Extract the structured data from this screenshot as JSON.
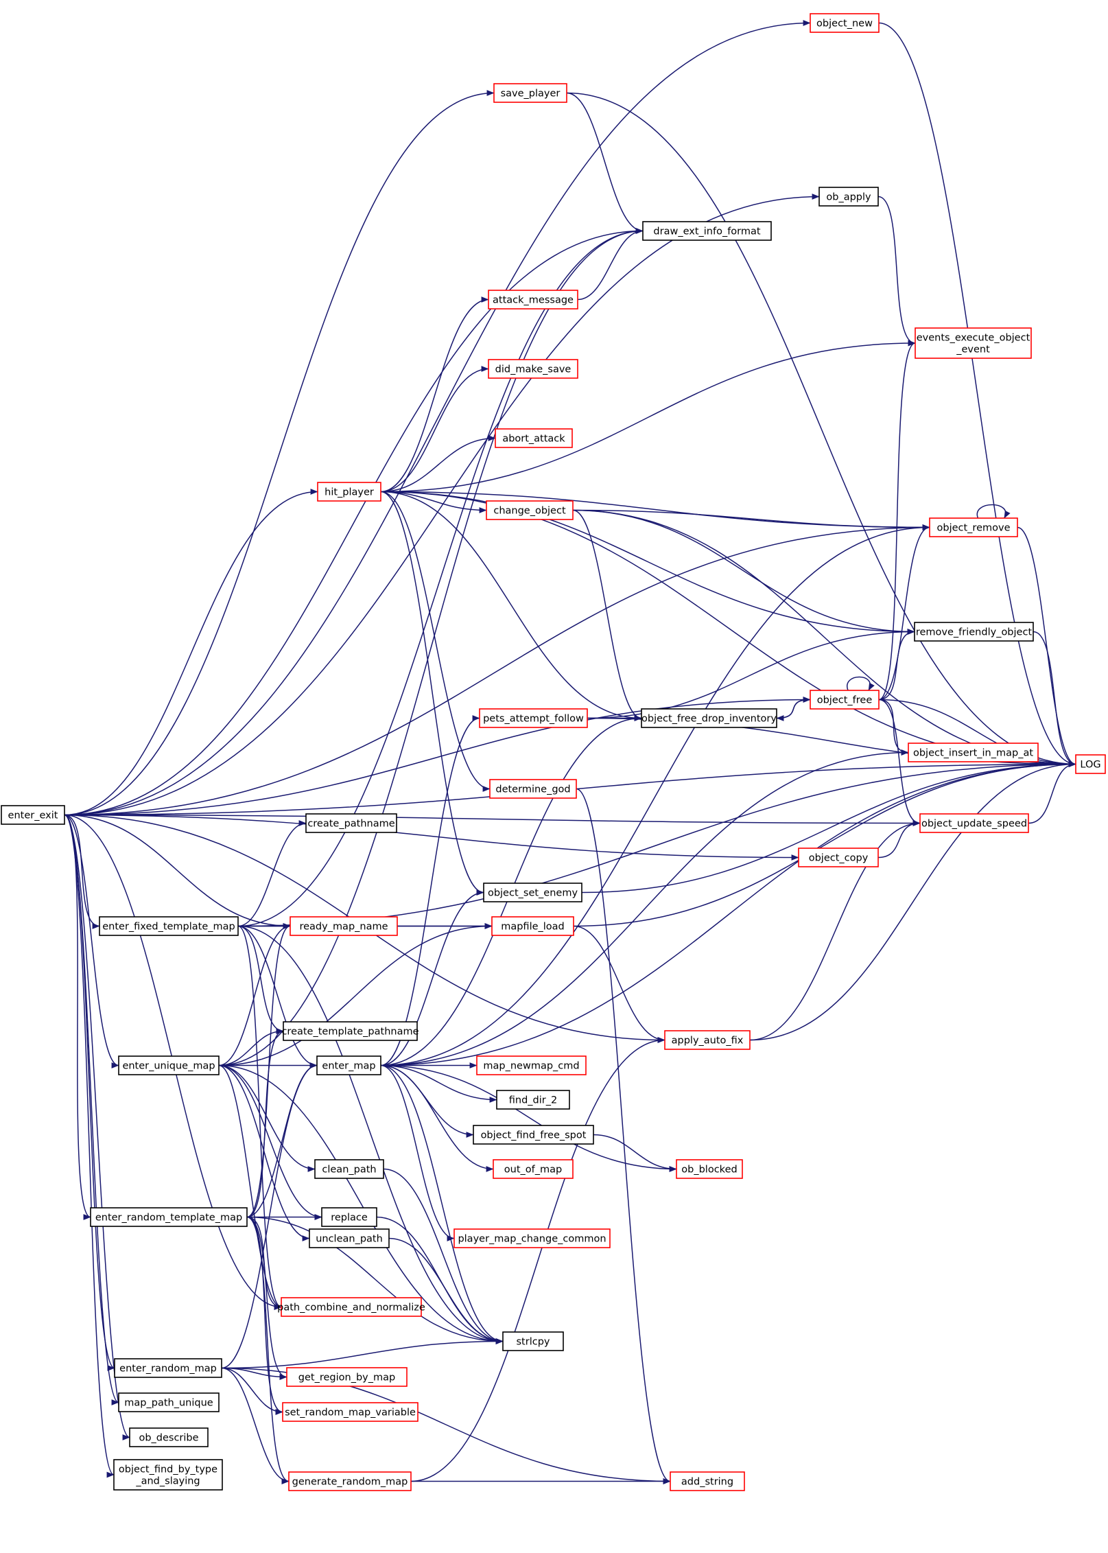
{
  "diagram": {
    "type": "call-graph",
    "colors": {
      "edge": "#191970",
      "border_link": "#ff0000",
      "border_plain": "#000000",
      "root_fill": "#bfbfbf"
    },
    "nodes": [
      {
        "id": "enter_exit",
        "lines": [
          "enter_exit"
        ],
        "style": "root"
      },
      {
        "id": "object_new",
        "lines": [
          "object_new"
        ],
        "style": "link"
      },
      {
        "id": "save_player",
        "lines": [
          "save_player"
        ],
        "style": "link"
      },
      {
        "id": "ob_apply",
        "lines": [
          "ob_apply"
        ],
        "style": "plain"
      },
      {
        "id": "draw_ext_info_format",
        "lines": [
          "draw_ext_info_format"
        ],
        "style": "plain"
      },
      {
        "id": "attack_message",
        "lines": [
          "attack_message"
        ],
        "style": "link"
      },
      {
        "id": "events_execute_object_event",
        "lines": [
          "events_execute_object",
          "_event"
        ],
        "style": "link"
      },
      {
        "id": "did_make_save",
        "lines": [
          "did_make_save"
        ],
        "style": "link"
      },
      {
        "id": "abort_attack",
        "lines": [
          "abort_attack"
        ],
        "style": "link"
      },
      {
        "id": "hit_player",
        "lines": [
          "hit_player"
        ],
        "style": "link"
      },
      {
        "id": "change_object",
        "lines": [
          "change_object"
        ],
        "style": "link"
      },
      {
        "id": "object_remove",
        "lines": [
          "object_remove"
        ],
        "style": "link"
      },
      {
        "id": "remove_friendly_object",
        "lines": [
          "remove_friendly_object"
        ],
        "style": "plain"
      },
      {
        "id": "object_free",
        "lines": [
          "object_free"
        ],
        "style": "link"
      },
      {
        "id": "pets_attempt_follow",
        "lines": [
          "pets_attempt_follow"
        ],
        "style": "link"
      },
      {
        "id": "object_free_drop_inventory",
        "lines": [
          "object_free_drop_inventory"
        ],
        "style": "plain"
      },
      {
        "id": "object_insert_in_map_at",
        "lines": [
          "object_insert_in_map_at"
        ],
        "style": "link"
      },
      {
        "id": "LOG",
        "lines": [
          "LOG"
        ],
        "style": "link"
      },
      {
        "id": "determine_god",
        "lines": [
          "determine_god"
        ],
        "style": "link"
      },
      {
        "id": "object_update_speed",
        "lines": [
          "object_update_speed"
        ],
        "style": "link"
      },
      {
        "id": "create_pathname",
        "lines": [
          "create_pathname"
        ],
        "style": "plain"
      },
      {
        "id": "object_copy",
        "lines": [
          "object_copy"
        ],
        "style": "link"
      },
      {
        "id": "object_set_enemy",
        "lines": [
          "object_set_enemy"
        ],
        "style": "plain"
      },
      {
        "id": "enter_fixed_template_map",
        "lines": [
          "enter_fixed_template_map"
        ],
        "style": "plain"
      },
      {
        "id": "ready_map_name",
        "lines": [
          "ready_map_name"
        ],
        "style": "link"
      },
      {
        "id": "mapfile_load",
        "lines": [
          "mapfile_load"
        ],
        "style": "link"
      },
      {
        "id": "create_template_pathname",
        "lines": [
          "create_template_pathname"
        ],
        "style": "plain"
      },
      {
        "id": "apply_auto_fix",
        "lines": [
          "apply_auto_fix"
        ],
        "style": "link"
      },
      {
        "id": "enter_unique_map",
        "lines": [
          "enter_unique_map"
        ],
        "style": "plain"
      },
      {
        "id": "enter_map",
        "lines": [
          "enter_map"
        ],
        "style": "plain"
      },
      {
        "id": "map_newmap_cmd",
        "lines": [
          "map_newmap_cmd"
        ],
        "style": "link"
      },
      {
        "id": "find_dir_2",
        "lines": [
          "find_dir_2"
        ],
        "style": "plain"
      },
      {
        "id": "object_find_free_spot",
        "lines": [
          "object_find_free_spot"
        ],
        "style": "plain"
      },
      {
        "id": "clean_path",
        "lines": [
          "clean_path"
        ],
        "style": "plain"
      },
      {
        "id": "out_of_map",
        "lines": [
          "out_of_map"
        ],
        "style": "link"
      },
      {
        "id": "ob_blocked",
        "lines": [
          "ob_blocked"
        ],
        "style": "link"
      },
      {
        "id": "enter_random_template_map",
        "lines": [
          "enter_random_template_map"
        ],
        "style": "plain"
      },
      {
        "id": "replace",
        "lines": [
          "replace"
        ],
        "style": "plain"
      },
      {
        "id": "unclean_path",
        "lines": [
          "unclean_path"
        ],
        "style": "plain"
      },
      {
        "id": "player_map_change_common",
        "lines": [
          "player_map_change_common"
        ],
        "style": "link"
      },
      {
        "id": "path_combine_and_normalize",
        "lines": [
          "path_combine_and_normalize"
        ],
        "style": "link"
      },
      {
        "id": "strlcpy",
        "lines": [
          "strlcpy"
        ],
        "style": "plain"
      },
      {
        "id": "enter_random_map",
        "lines": [
          "enter_random_map"
        ],
        "style": "plain"
      },
      {
        "id": "get_region_by_map",
        "lines": [
          "get_region_by_map"
        ],
        "style": "link"
      },
      {
        "id": "map_path_unique",
        "lines": [
          "map_path_unique"
        ],
        "style": "plain"
      },
      {
        "id": "set_random_map_variable",
        "lines": [
          "set_random_map_variable"
        ],
        "style": "link"
      },
      {
        "id": "ob_describe",
        "lines": [
          "ob_describe"
        ],
        "style": "plain"
      },
      {
        "id": "generate_random_map",
        "lines": [
          "generate_random_map"
        ],
        "style": "link"
      },
      {
        "id": "add_string",
        "lines": [
          "add_string"
        ],
        "style": "link"
      },
      {
        "id": "object_find_by_type_and_slaying",
        "lines": [
          "object_find_by_type",
          "_and_slaying"
        ],
        "style": "plain"
      }
    ],
    "edges": [
      [
        "enter_exit",
        "object_new"
      ],
      [
        "enter_exit",
        "LOG"
      ],
      [
        "enter_exit",
        "save_player"
      ],
      [
        "enter_exit",
        "ob_apply"
      ],
      [
        "enter_exit",
        "draw_ext_info_format"
      ],
      [
        "enter_exit",
        "object_remove"
      ],
      [
        "enter_exit",
        "hit_player"
      ],
      [
        "enter_exit",
        "object_free"
      ],
      [
        "enter_exit",
        "object_update_speed"
      ],
      [
        "enter_exit",
        "object_copy"
      ],
      [
        "enter_exit",
        "ready_map_name"
      ],
      [
        "enter_exit",
        "enter_fixed_template_map"
      ],
      [
        "enter_exit",
        "apply_auto_fix"
      ],
      [
        "enter_exit",
        "enter_unique_map"
      ],
      [
        "enter_exit",
        "enter_random_template_map"
      ],
      [
        "enter_exit",
        "path_combine_and_normalize"
      ],
      [
        "enter_exit",
        "enter_random_map"
      ],
      [
        "enter_exit",
        "map_path_unique"
      ],
      [
        "enter_exit",
        "ob_describe"
      ],
      [
        "enter_exit",
        "object_find_by_type_and_slaying"
      ],
      [
        "object_new",
        "LOG"
      ],
      [
        "save_player",
        "LOG"
      ],
      [
        "save_player",
        "draw_ext_info_format"
      ],
      [
        "ob_apply",
        "events_execute_object_event"
      ],
      [
        "attack_message",
        "draw_ext_info_format"
      ],
      [
        "hit_player",
        "attack_message"
      ],
      [
        "hit_player",
        "did_make_save"
      ],
      [
        "hit_player",
        "abort_attack"
      ],
      [
        "hit_player",
        "change_object"
      ],
      [
        "hit_player",
        "object_remove"
      ],
      [
        "hit_player",
        "remove_friendly_object"
      ],
      [
        "hit_player",
        "object_free_drop_inventory"
      ],
      [
        "hit_player",
        "events_execute_object_event"
      ],
      [
        "hit_player",
        "LOG"
      ],
      [
        "hit_player",
        "determine_god"
      ],
      [
        "hit_player",
        "object_set_enemy"
      ],
      [
        "change_object",
        "object_remove"
      ],
      [
        "change_object",
        "LOG"
      ],
      [
        "change_object",
        "remove_friendly_object"
      ],
      [
        "change_object",
        "object_free_drop_inventory"
      ],
      [
        "object_remove",
        "object_remove"
      ],
      [
        "object_remove",
        "LOG"
      ],
      [
        "remove_friendly_object",
        "LOG"
      ],
      [
        "object_free",
        "object_free"
      ],
      [
        "object_free",
        "object_remove"
      ],
      [
        "object_free",
        "remove_friendly_object"
      ],
      [
        "object_free",
        "events_execute_object_event"
      ],
      [
        "object_free",
        "object_free_drop_inventory"
      ],
      [
        "object_free",
        "object_insert_in_map_at"
      ],
      [
        "object_free",
        "object_update_speed"
      ],
      [
        "object_free",
        "LOG"
      ],
      [
        "object_free_drop_inventory",
        "object_free"
      ],
      [
        "pets_attempt_follow",
        "object_free_drop_inventory"
      ],
      [
        "pets_attempt_follow",
        "remove_friendly_object"
      ],
      [
        "pets_attempt_follow",
        "LOG"
      ],
      [
        "determine_god",
        "add_string"
      ],
      [
        "object_update_speed",
        "LOG"
      ],
      [
        "object_copy",
        "object_update_speed"
      ],
      [
        "object_set_enemy",
        "LOG"
      ],
      [
        "enter_fixed_template_map",
        "create_pathname"
      ],
      [
        "enter_fixed_template_map",
        "LOG"
      ],
      [
        "enter_fixed_template_map",
        "ready_map_name"
      ],
      [
        "enter_fixed_template_map",
        "mapfile_load"
      ],
      [
        "enter_fixed_template_map",
        "create_template_pathname"
      ],
      [
        "enter_fixed_template_map",
        "enter_map"
      ],
      [
        "enter_fixed_template_map",
        "draw_ext_info_format"
      ],
      [
        "enter_fixed_template_map",
        "path_combine_and_normalize"
      ],
      [
        "enter_fixed_template_map",
        "strlcpy"
      ],
      [
        "ready_map_name",
        "mapfile_load"
      ],
      [
        "mapfile_load",
        "LOG"
      ],
      [
        "mapfile_load",
        "apply_auto_fix"
      ],
      [
        "apply_auto_fix",
        "LOG"
      ],
      [
        "apply_auto_fix",
        "object_update_speed"
      ],
      [
        "enter_unique_map",
        "ready_map_name"
      ],
      [
        "enter_unique_map",
        "mapfile_load"
      ],
      [
        "enter_unique_map",
        "enter_map"
      ],
      [
        "enter_unique_map",
        "clean_path"
      ],
      [
        "enter_unique_map",
        "unclean_path"
      ],
      [
        "enter_unique_map",
        "replace"
      ],
      [
        "enter_unique_map",
        "path_combine_and_normalize"
      ],
      [
        "enter_unique_map",
        "strlcpy"
      ],
      [
        "enter_unique_map",
        "draw_ext_info_format"
      ],
      [
        "enter_unique_map",
        "create_template_pathname"
      ],
      [
        "enter_map",
        "map_newmap_cmd"
      ],
      [
        "enter_map",
        "find_dir_2"
      ],
      [
        "enter_map",
        "object_find_free_spot"
      ],
      [
        "enter_map",
        "out_of_map"
      ],
      [
        "enter_map",
        "ob_blocked"
      ],
      [
        "enter_map",
        "player_map_change_common"
      ],
      [
        "enter_map",
        "strlcpy"
      ],
      [
        "enter_map",
        "LOG"
      ],
      [
        "enter_map",
        "pets_attempt_follow"
      ],
      [
        "enter_map",
        "object_set_enemy"
      ],
      [
        "enter_map",
        "object_remove"
      ],
      [
        "enter_map",
        "object_insert_in_map_at"
      ],
      [
        "enter_map",
        "object_free_drop_inventory"
      ],
      [
        "object_find_free_spot",
        "ob_blocked"
      ],
      [
        "clean_path",
        "strlcpy"
      ],
      [
        "replace",
        "strlcpy"
      ],
      [
        "unclean_path",
        "strlcpy"
      ],
      [
        "enter_random_template_map",
        "enter_map"
      ],
      [
        "enter_random_template_map",
        "replace"
      ],
      [
        "enter_random_template_map",
        "ready_map_name"
      ],
      [
        "enter_random_template_map",
        "create_template_pathname"
      ],
      [
        "enter_random_template_map",
        "path_combine_and_normalize"
      ],
      [
        "enter_random_template_map",
        "strlcpy"
      ],
      [
        "enter_random_template_map",
        "get_region_by_map"
      ],
      [
        "enter_random_template_map",
        "set_random_map_variable"
      ],
      [
        "enter_random_template_map",
        "generate_random_map"
      ],
      [
        "enter_random_map",
        "enter_map"
      ],
      [
        "enter_random_map",
        "get_region_by_map"
      ],
      [
        "enter_random_map",
        "set_random_map_variable"
      ],
      [
        "enter_random_map",
        "generate_random_map"
      ],
      [
        "enter_random_map",
        "strlcpy"
      ],
      [
        "enter_random_map",
        "add_string"
      ],
      [
        "generate_random_map",
        "add_string"
      ],
      [
        "generate_random_map",
        "apply_auto_fix"
      ]
    ]
  }
}
